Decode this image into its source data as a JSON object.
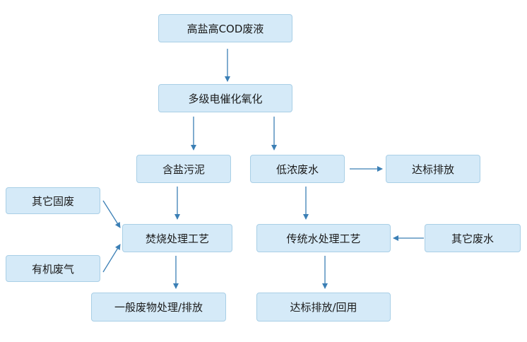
{
  "diagram": {
    "nodes": {
      "high_salt_cod_wastewater": "高盐高COD废液",
      "multistage_electrocatalytic_oxidation": "多级电催化氧化",
      "salty_sludge": "含盐污泥",
      "low_concentration_wastewater": "低浓废水",
      "discharge_to_standard": "达标排放",
      "other_solid_waste": "其它固废",
      "incineration_process": "焚烧处理工艺",
      "traditional_water_treatment": "传统水处理工艺",
      "other_wastewater": "其它废水",
      "organic_waste_gas": "有机废气",
      "general_waste_treatment": "一般废物处理/排放",
      "discharge_reuse": "达标排放/回用"
    },
    "colors": {
      "node_fill": "#d5eaf8",
      "node_border": "#a9cfe6",
      "arrow": "#3b7fb5"
    }
  }
}
